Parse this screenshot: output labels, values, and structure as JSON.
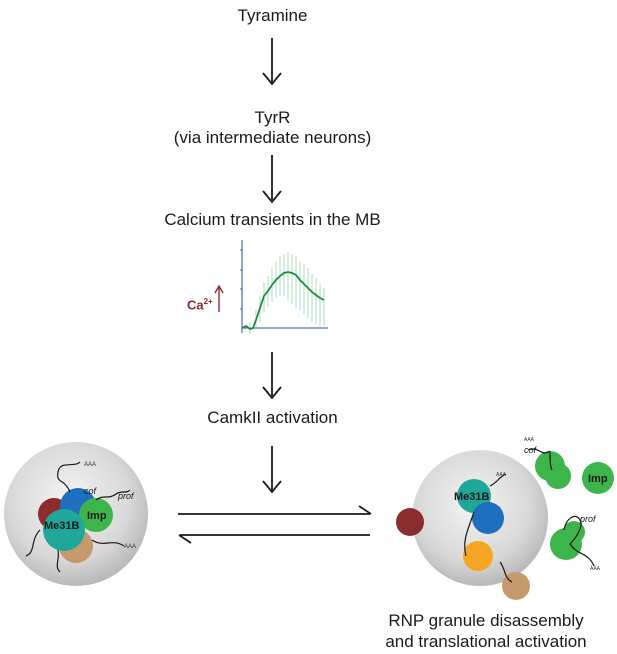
{
  "steps": {
    "s1": "Tyramine",
    "s2a": "TyrR",
    "s2b": "(via intermediate neurons)",
    "s3": "Calcium transients in the MB",
    "s4": "CamkII activation"
  },
  "inset": {
    "ca_label": "Ca",
    "ca_sup": "2+"
  },
  "granule": {
    "me31b": "Me31B",
    "imp": "Imp",
    "cof": "cof",
    "prof": "prof",
    "aaa": "AAA"
  },
  "result": {
    "line1": "RNP granule disassembly",
    "line2": "and translational activation"
  },
  "colors": {
    "me31b": "#1fa89a",
    "imp": "#3db54a",
    "blue": "#1f6fbf",
    "red": "#8c2d2d",
    "orange": "#f5a623",
    "tan": "#c49a6c",
    "trace": "#1f8a3a",
    "ca_red": "#8b2a2a"
  }
}
